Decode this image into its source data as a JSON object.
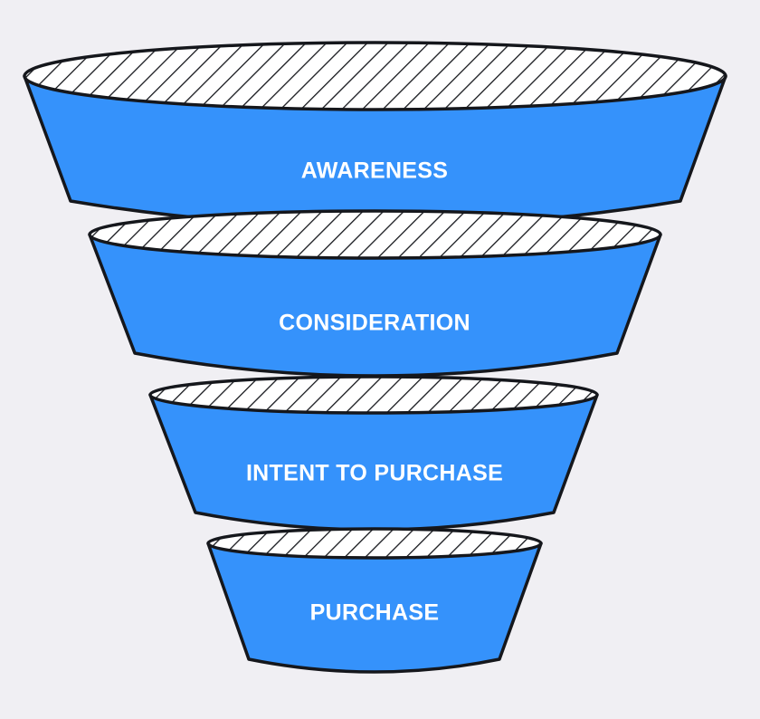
{
  "colors": {
    "background": "#f0eff3",
    "segment_fill": "#3592fb",
    "outline": "#15171c",
    "rim_fill": "#ffffff",
    "hatch": "#15171c",
    "label": "#ffffff"
  },
  "stages": [
    {
      "label": "AWARENESS"
    },
    {
      "label": "CONSIDERATION"
    },
    {
      "label": "INTENT TO PURCHASE"
    },
    {
      "label": "PURCHASE"
    }
  ]
}
